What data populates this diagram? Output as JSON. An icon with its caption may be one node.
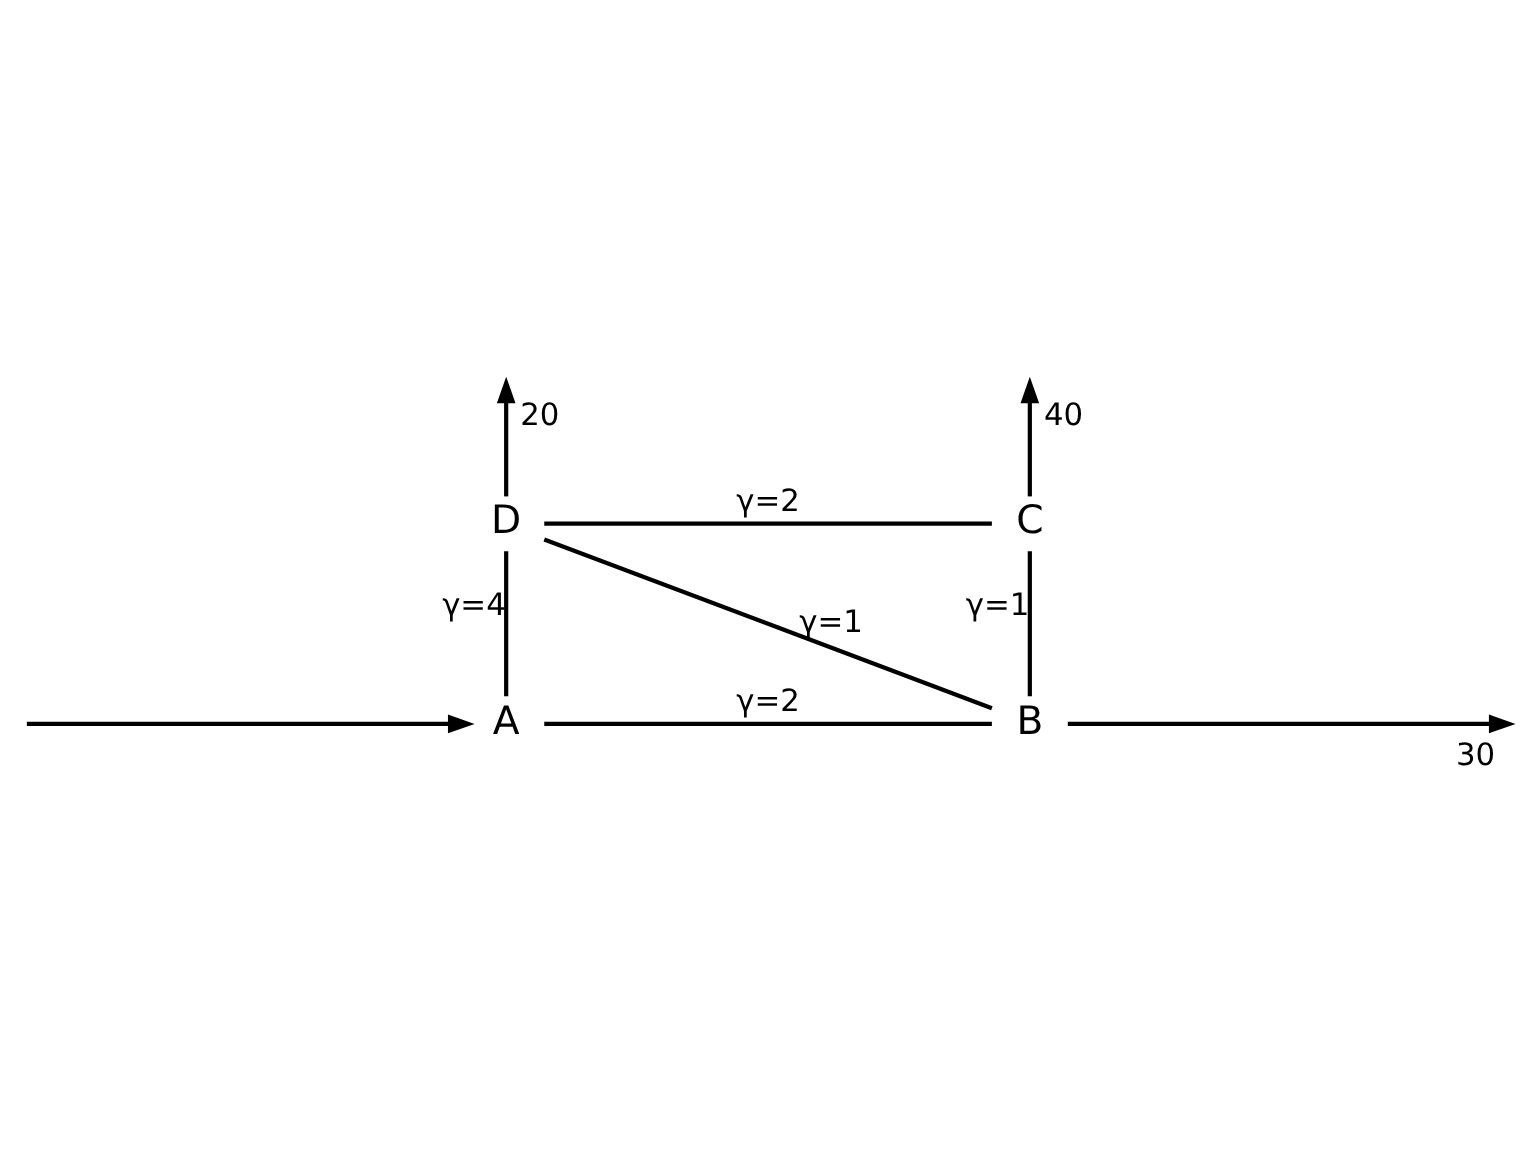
{
  "diagram": {
    "nodes": [
      {
        "text": [
          "D"
        ]
      },
      {
        "text": [
          "C"
        ]
      },
      {
        "text": [
          "A"
        ]
      },
      {
        "text": [
          "B"
        ]
      }
    ],
    "edges": [
      {
        "from": 0,
        "to": 1,
        "arrow": "none",
        "label": "γ=2"
      },
      {
        "from": 0,
        "to": 2,
        "arrow": "none",
        "label": "γ=4"
      },
      {
        "from": 0,
        "to": 3,
        "arrow": "none",
        "label": "γ=1"
      },
      {
        "from": 1,
        "to": 3,
        "arrow": "none",
        "label": "γ=1"
      },
      {
        "from": 2,
        "to": 3,
        "arrow": "none",
        "label": "γ=2"
      },
      {
        "from": null,
        "to": 2,
        "arrow": "to"
      },
      {
        "from": 0,
        "to": null,
        "arrow": "to",
        "label": "20"
      },
      {
        "from": 1,
        "to": null,
        "arrow": "to",
        "label": "40"
      },
      {
        "from": 3,
        "to": null,
        "arrow": "to",
        "label": "30"
      }
    ]
  }
}
